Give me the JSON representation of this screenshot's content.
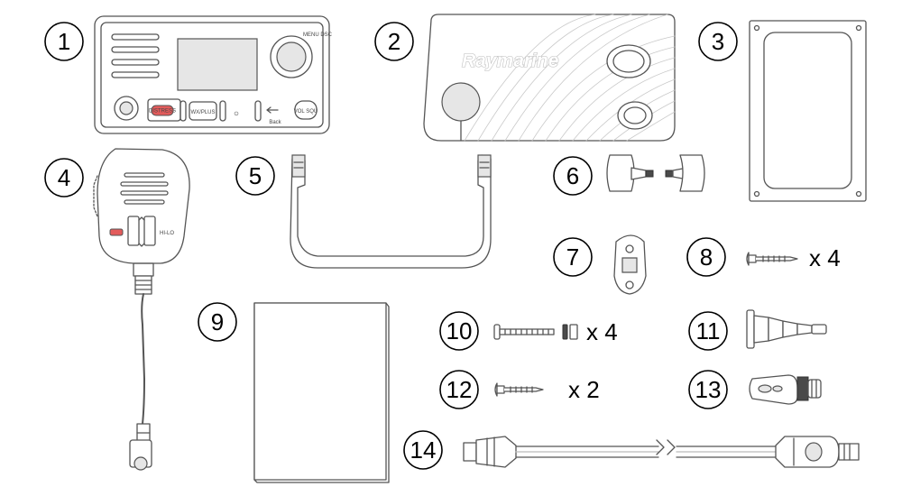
{
  "parts": [
    {
      "number": "1",
      "name": "radio-unit"
    },
    {
      "number": "2",
      "name": "sun-cover"
    },
    {
      "number": "3",
      "name": "mounting-gasket"
    },
    {
      "number": "4",
      "name": "handset"
    },
    {
      "number": "5",
      "name": "trunnion-bracket"
    },
    {
      "number": "6",
      "name": "bracket-knobs"
    },
    {
      "number": "7",
      "name": "handset-clip"
    },
    {
      "number": "8",
      "name": "screws",
      "quantity": "x 4"
    },
    {
      "number": "9",
      "name": "documentation"
    },
    {
      "number": "10",
      "name": "bolts-and-nuts",
      "quantity": "x 4"
    },
    {
      "number": "11",
      "name": "cable-boot"
    },
    {
      "number": "12",
      "name": "clip-screws",
      "quantity": "x 2"
    },
    {
      "number": "13",
      "name": "connector"
    },
    {
      "number": "14",
      "name": "network-cable"
    }
  ],
  "radio": {
    "menu_label": "MENU DSC",
    "distress_label": "DISTRESS",
    "wx_label": "WX/PLUS",
    "back_label": "Back",
    "vol_label": "VOL SQU"
  },
  "handset": {
    "key_label": "HI-LO"
  },
  "sun_cover": {
    "brand": "Raymarine"
  }
}
